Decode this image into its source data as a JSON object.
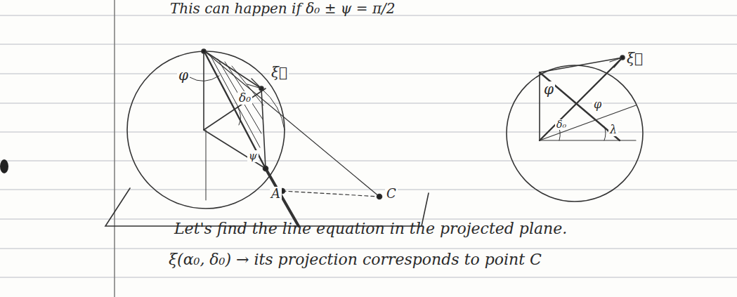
{
  "diagram": {
    "labels": [
      "This can happen if δ₀ ± ψ = π/2",
      "φ",
      "ξ⃗",
      "δ₀",
      "ψ",
      "A",
      "C",
      "φ",
      "ξ⃗",
      "φ",
      "δ₀",
      "λ",
      "Let's find the line equation in the projected plane.",
      "ξ(α₀, δ₀) → its projection corresponds to point C"
    ]
  }
}
